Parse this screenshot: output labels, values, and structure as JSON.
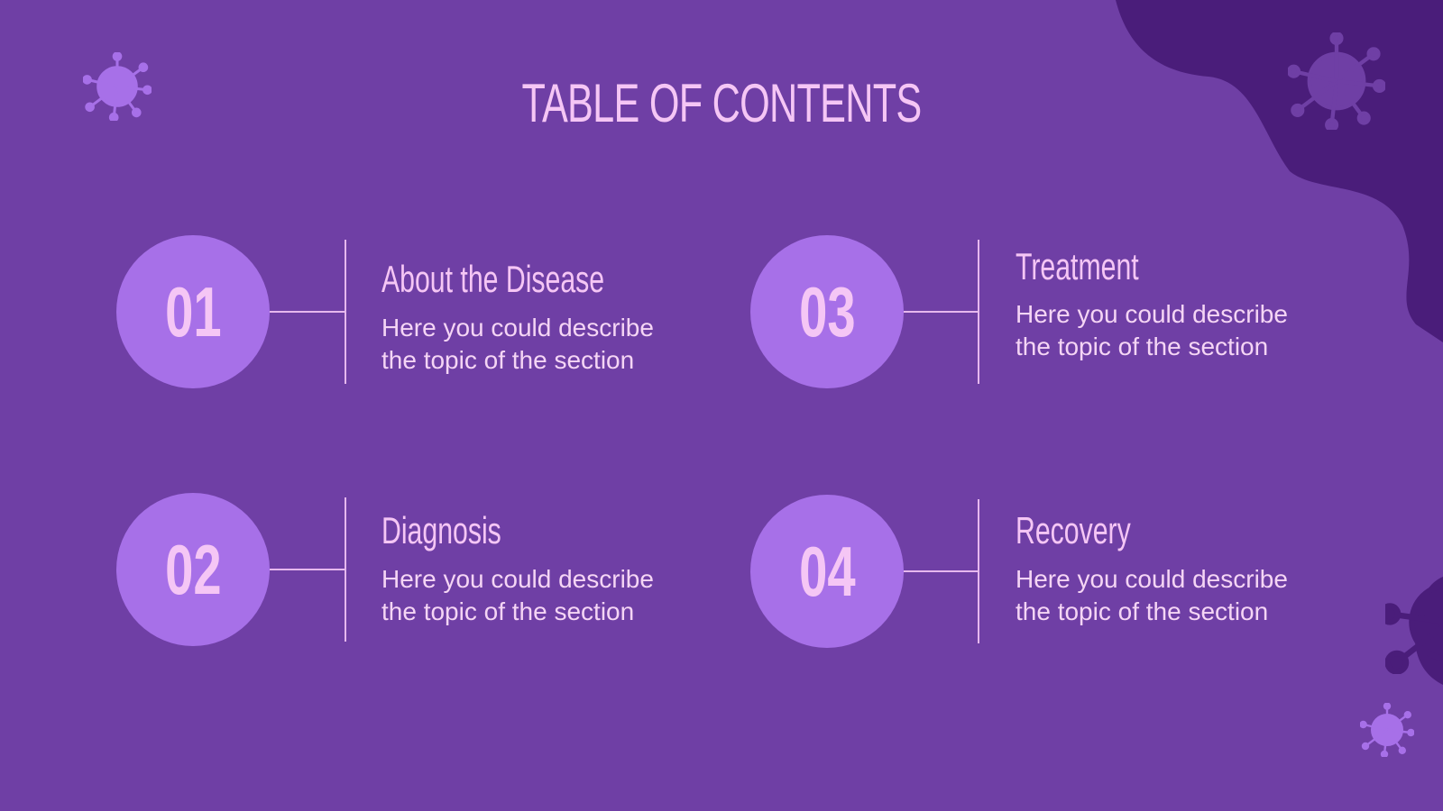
{
  "slide": {
    "title": "TABLE OF CONTENTS",
    "colors": {
      "background": "#6f3fa5",
      "blob": "#4a1d7a",
      "circle": "#a770e8",
      "text": "#f5c6f5"
    },
    "sections": [
      {
        "number": "01",
        "heading": "About the Disease",
        "line1": "Here you could describe",
        "line2": "the topic of the section"
      },
      {
        "number": "02",
        "heading": "Diagnosis",
        "line1": "Here you could describe",
        "line2": "the topic of the section"
      },
      {
        "number": "03",
        "heading": "Treatment",
        "line1": "Here you could describe",
        "line2": "the topic of the section"
      },
      {
        "number": "04",
        "heading": "Recovery",
        "line1": "Here you could describe",
        "line2": "the topic of the section"
      }
    ],
    "decorations": [
      "virus-icon",
      "virus-icon",
      "virus-icon",
      "virus-icon"
    ]
  }
}
